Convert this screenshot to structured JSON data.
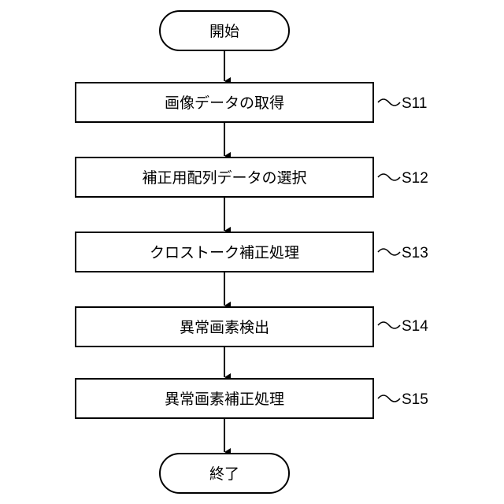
{
  "start": {
    "label": "開始"
  },
  "end": {
    "label": "終了"
  },
  "steps": [
    {
      "id": "S11",
      "label": "画像データの取得"
    },
    {
      "id": "S12",
      "label": "補正用配列データの選択"
    },
    {
      "id": "S13",
      "label": "クロストーク補正処理"
    },
    {
      "id": "S14",
      "label": "異常画素検出"
    },
    {
      "id": "S15",
      "label": "異常画素補正処理"
    }
  ]
}
